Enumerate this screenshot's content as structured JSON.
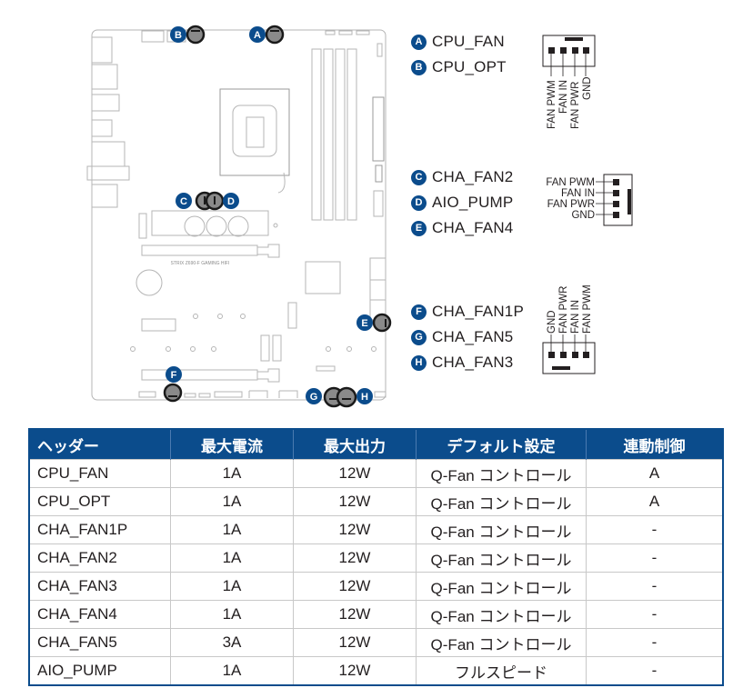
{
  "board": {
    "model_label": "STRIX Z690-F GAMING HIFI",
    "markers": [
      {
        "letter": "A",
        "header": "CPU_FAN"
      },
      {
        "letter": "B",
        "header": "CPU_OPT"
      },
      {
        "letter": "C",
        "header": "CHA_FAN2"
      },
      {
        "letter": "D",
        "header": "AIO_PUMP"
      },
      {
        "letter": "E",
        "header": "CHA_FAN4"
      },
      {
        "letter": "F",
        "header": "CHA_FAN1P"
      },
      {
        "letter": "G",
        "header": "CHA_FAN5"
      },
      {
        "letter": "H",
        "header": "CHA_FAN3"
      }
    ]
  },
  "legend_groups": [
    {
      "items": [
        {
          "letter": "A",
          "label": "CPU_FAN"
        },
        {
          "letter": "B",
          "label": "CPU_OPT"
        }
      ],
      "pinout": [
        "FAN PWM",
        "FAN IN",
        "FAN PWR",
        "GND"
      ],
      "orientation": "vertical-down"
    },
    {
      "items": [
        {
          "letter": "C",
          "label": "CHA_FAN2"
        },
        {
          "letter": "D",
          "label": "AIO_PUMP"
        },
        {
          "letter": "E",
          "label": "CHA_FAN4"
        }
      ],
      "pinout": [
        "FAN PWM",
        "FAN IN",
        "FAN PWR",
        "GND"
      ],
      "orientation": "horizontal-left"
    },
    {
      "items": [
        {
          "letter": "F",
          "label": "CHA_FAN1P"
        },
        {
          "letter": "G",
          "label": "CHA_FAN5"
        },
        {
          "letter": "H",
          "label": "CHA_FAN3"
        }
      ],
      "pinout": [
        "GND",
        "FAN PWR",
        "FAN IN",
        "FAN PWM"
      ],
      "orientation": "vertical-up"
    }
  ],
  "table": {
    "headers": [
      "ヘッダー",
      "最大電流",
      "最大出力",
      "デフォルト設定",
      "連動制御"
    ],
    "rows": [
      [
        "CPU_FAN",
        "1A",
        "12W",
        "Q-Fan コントロール",
        "A"
      ],
      [
        "CPU_OPT",
        "1A",
        "12W",
        "Q-Fan コントロール",
        "A"
      ],
      [
        "CHA_FAN1P",
        "1A",
        "12W",
        "Q-Fan コントロール",
        "-"
      ],
      [
        "CHA_FAN2",
        "1A",
        "12W",
        "Q-Fan コントロール",
        "-"
      ],
      [
        "CHA_FAN3",
        "1A",
        "12W",
        "Q-Fan コントロール",
        "-"
      ],
      [
        "CHA_FAN4",
        "1A",
        "12W",
        "Q-Fan コントロール",
        "-"
      ],
      [
        "CHA_FAN5",
        "3A",
        "12W",
        "Q-Fan コントロール",
        "-"
      ],
      [
        "AIO_PUMP",
        "1A",
        "12W",
        "フルスピード",
        "-"
      ]
    ]
  },
  "colors": {
    "accent": "#0b4c8c",
    "header_text": "#ffffff",
    "board_line": "#b5b5b5",
    "header_fill": "#8a8a8a"
  }
}
